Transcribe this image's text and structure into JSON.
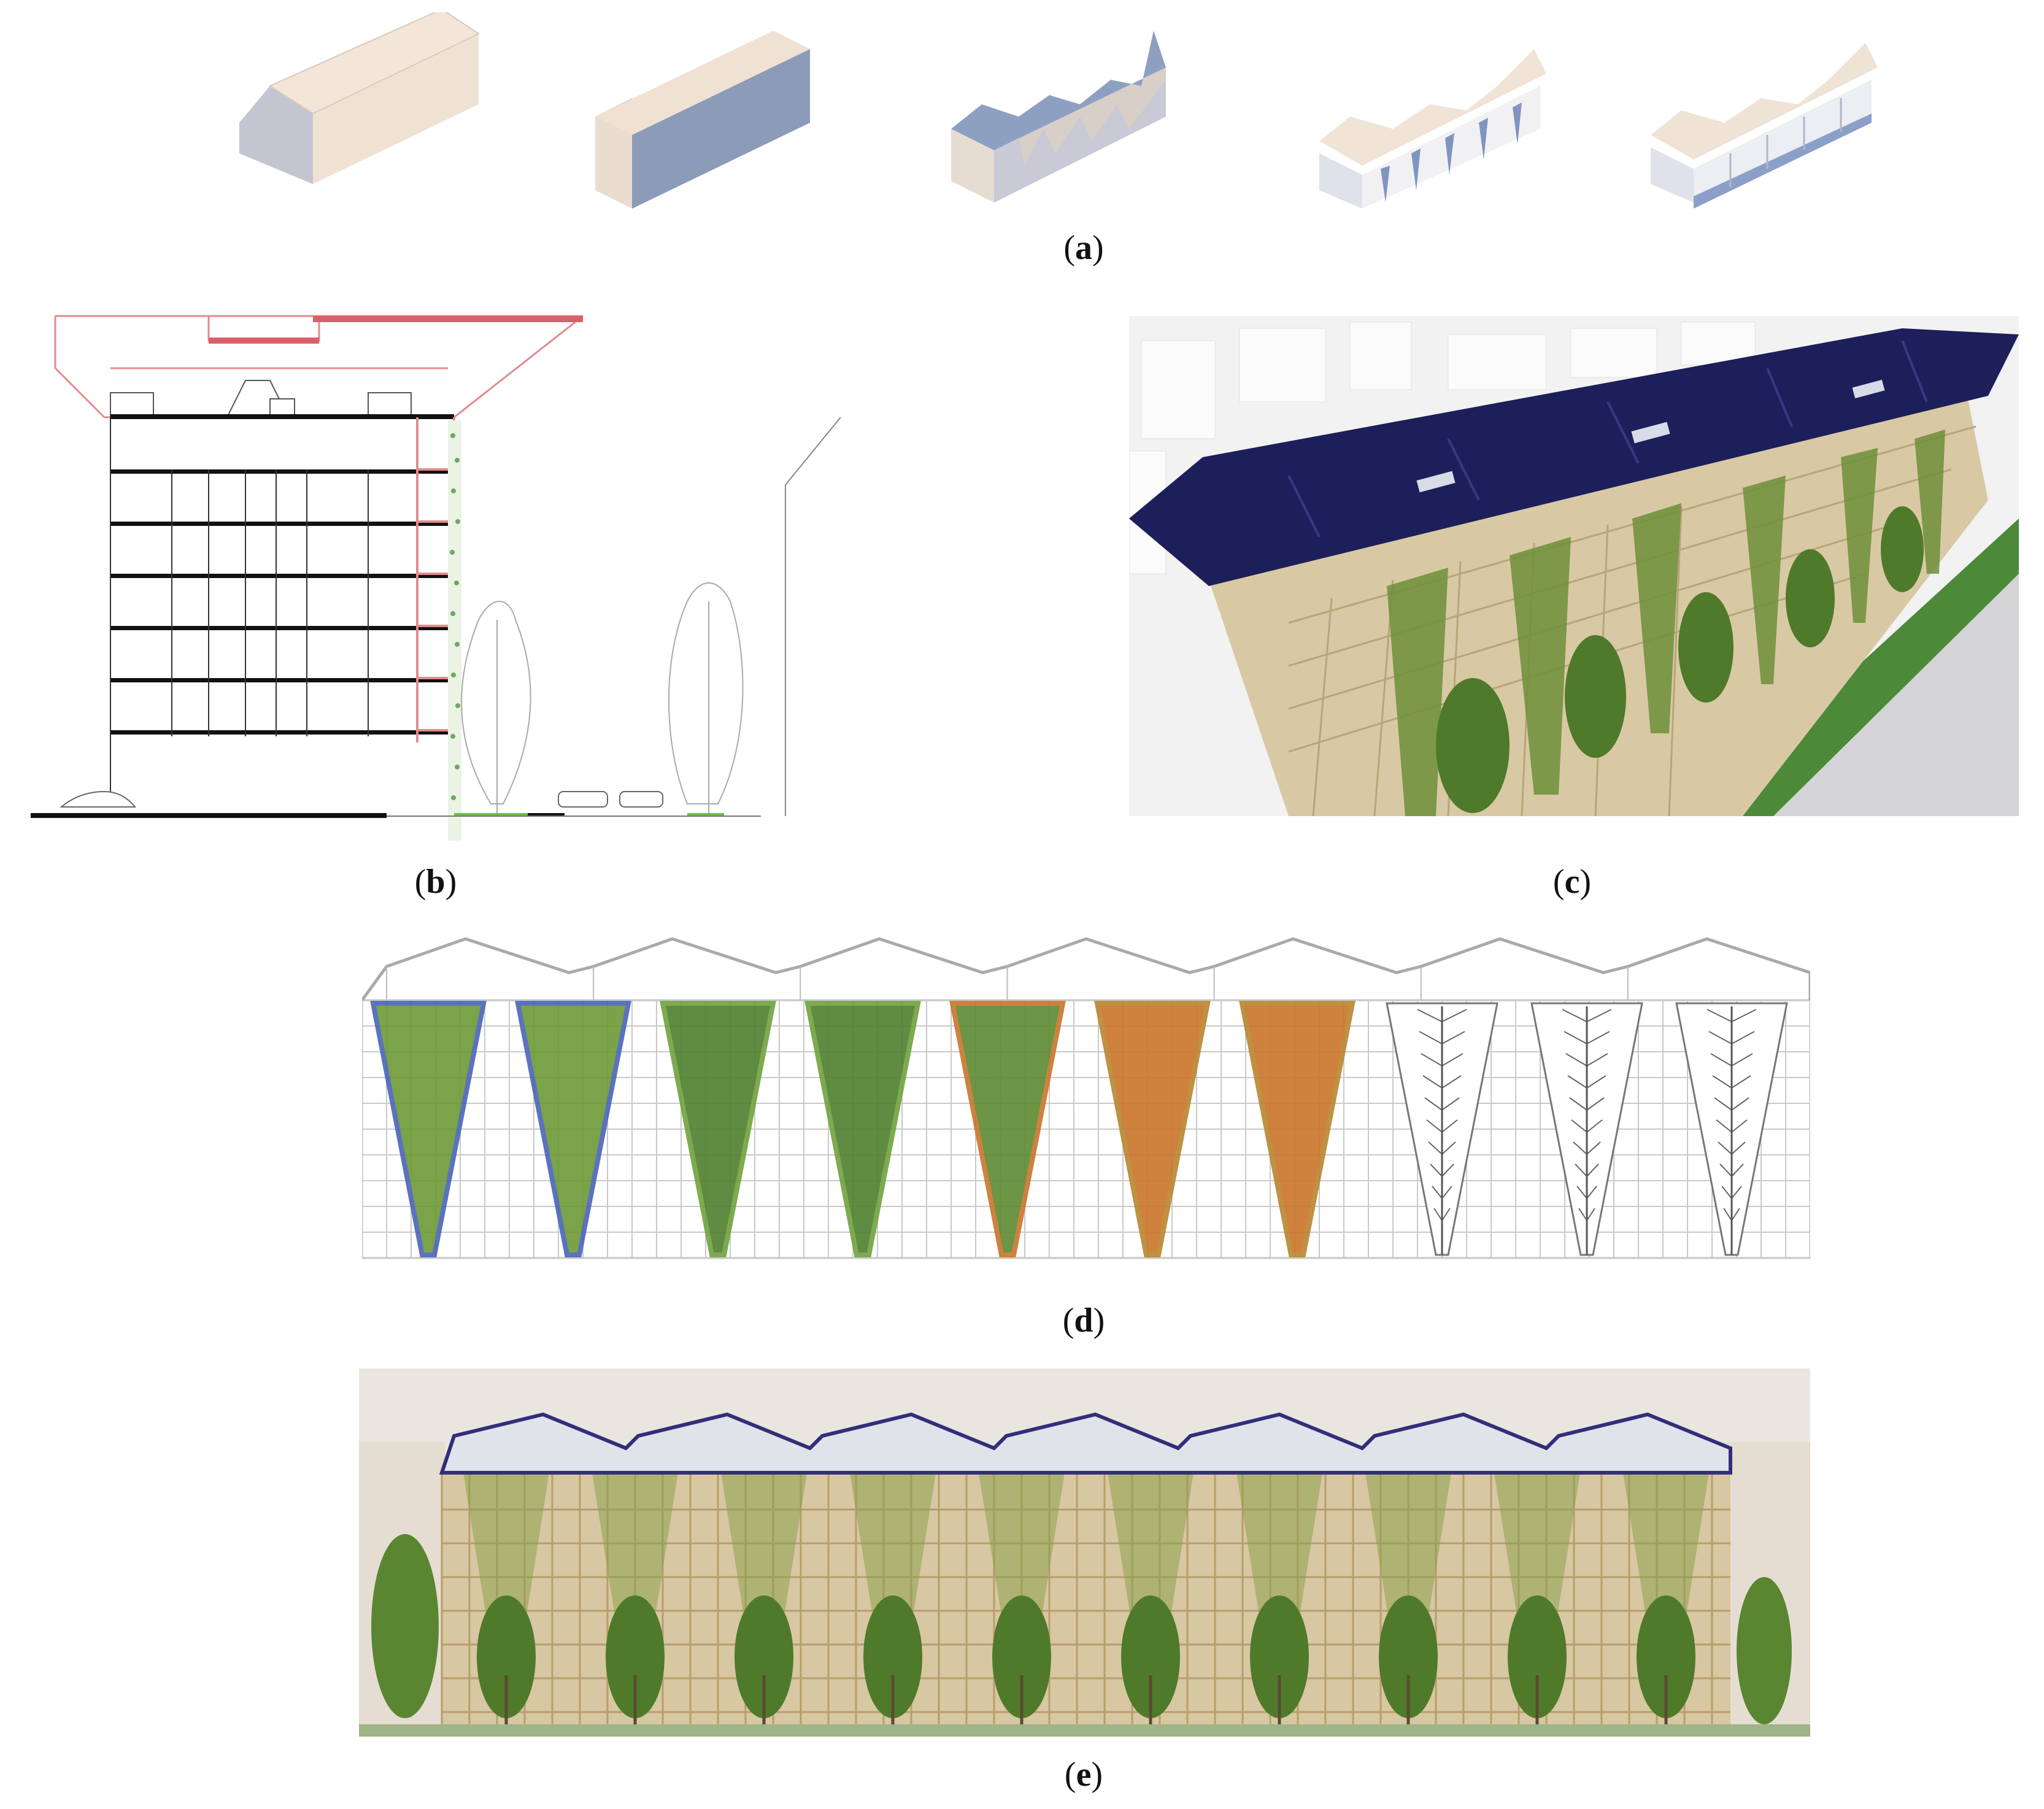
{
  "figure": {
    "panels": [
      {
        "id": "a",
        "caption": "(a)"
      },
      {
        "id": "b",
        "caption": "(b)"
      },
      {
        "id": "c",
        "caption": "(c)"
      },
      {
        "id": "d",
        "caption": "(d)"
      },
      {
        "id": "e",
        "caption": "(e)"
      }
    ]
  },
  "colors": {
    "massing_cream": "#efe3d6",
    "massing_side": "#b4b9c6",
    "massing_blue": "#8e9fbd",
    "section_red": "#e89a9a",
    "section_black": "#111111",
    "roof_navy": "#1c1f5a",
    "timber": "#d9c79d",
    "foliage": "#5f8a35",
    "autumn": "#c9752a",
    "ground_green": "#6abf4b"
  },
  "panel_d": {
    "vine_states": [
      "flowering",
      "flowering",
      "green",
      "green",
      "turning",
      "autumn",
      "autumn",
      "bare",
      "bare",
      "bare"
    ]
  }
}
